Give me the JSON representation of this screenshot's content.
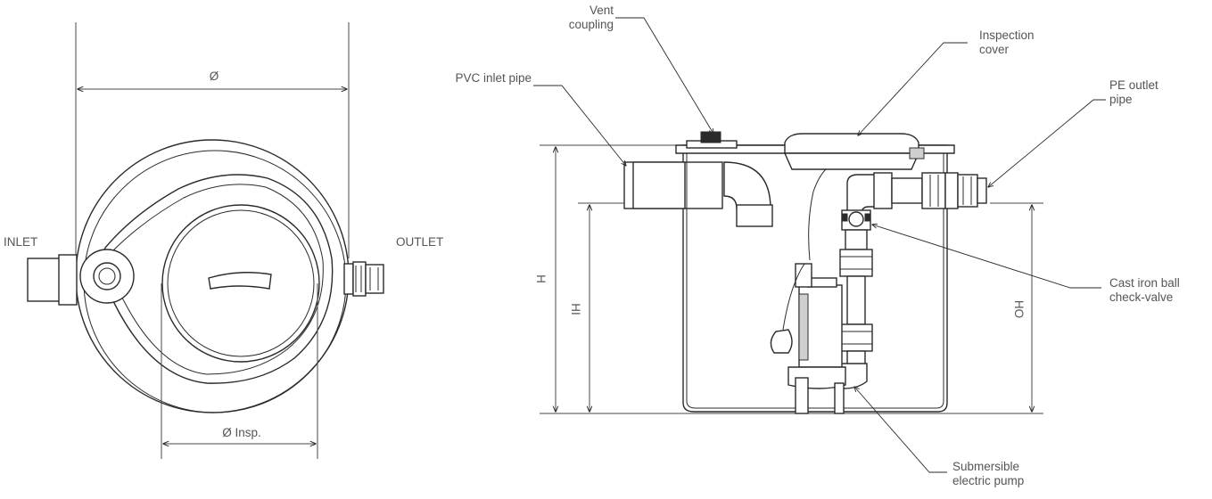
{
  "top_view": {
    "diameter_label": "Ø",
    "inlet_label": "INLET",
    "outlet_label": "OUTLET",
    "insp_diameter_label": "Ø Insp."
  },
  "side_view": {
    "vent_coupling": [
      "Vent",
      "coupling"
    ],
    "inspection_cover": [
      "Inspection",
      "cover"
    ],
    "pvc_inlet_pipe": "PVC inlet pipe",
    "pe_outlet_pipe": [
      "PE outlet",
      "pipe"
    ],
    "check_valve": [
      "Cast iron ball",
      "check-valve"
    ],
    "pump": [
      "Submersible",
      "electric pump"
    ],
    "dim_h": "H",
    "dim_hi": "HI",
    "dim_ho": "HO"
  }
}
